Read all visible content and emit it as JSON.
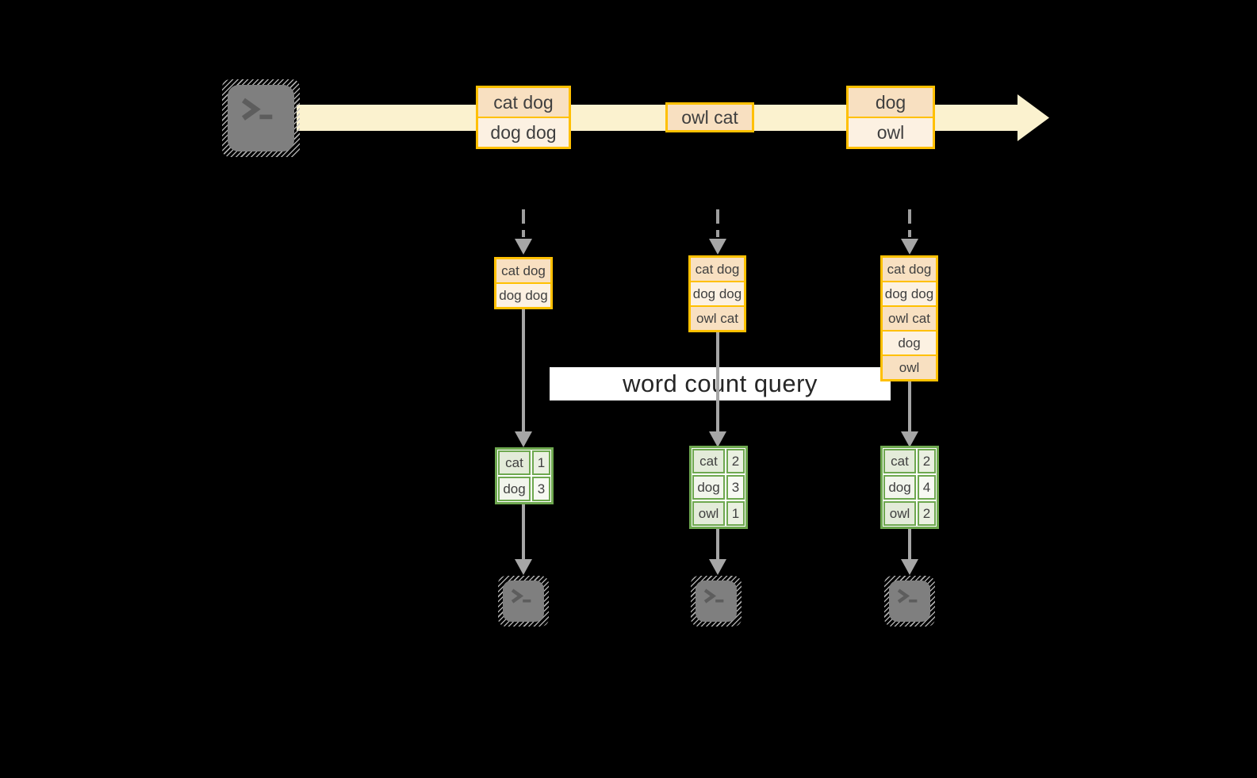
{
  "query_label": "word count query",
  "stream": {
    "batches": [
      {
        "rows": [
          "cat dog",
          "dog dog"
        ]
      },
      {
        "rows": [
          "owl cat"
        ]
      },
      {
        "rows": [
          "dog",
          "owl"
        ]
      }
    ]
  },
  "columns": [
    {
      "state_rows": [
        "cat dog",
        "dog dog"
      ],
      "counts": [
        {
          "word": "cat",
          "count": "1"
        },
        {
          "word": "dog",
          "count": "3"
        }
      ]
    },
    {
      "state_rows": [
        "cat dog",
        "dog dog",
        "owl cat"
      ],
      "counts": [
        {
          "word": "cat",
          "count": "2"
        },
        {
          "word": "dog",
          "count": "3"
        },
        {
          "word": "owl",
          "count": "1"
        }
      ]
    },
    {
      "state_rows": [
        "cat dog",
        "dog dog",
        "owl cat",
        "dog",
        "owl"
      ],
      "counts": [
        {
          "word": "cat",
          "count": "2"
        },
        {
          "word": "dog",
          "count": "4"
        },
        {
          "word": "owl",
          "count": "2"
        }
      ]
    }
  ],
  "icons": {
    "source": "terminal-icon",
    "sinks": [
      "terminal-icon",
      "terminal-icon",
      "terminal-icon"
    ]
  },
  "colors": {
    "background": "#000000",
    "stream_arrow": "#FBF2CF",
    "box_border": "#FFC000",
    "box_fill_dark": "#F8E0C1",
    "box_fill_light": "#FCF1E2",
    "table_border": "#6EA84F",
    "table_fill_dark": "#E3EBD9",
    "table_fill_light": "#F2F5EC",
    "arrow_gray": "#A6A6A6",
    "terminal_gray": "#7F7F7F",
    "label_bg": "#FFFFFF",
    "label_text": "#262626",
    "box_text": "#3F3F3F"
  }
}
